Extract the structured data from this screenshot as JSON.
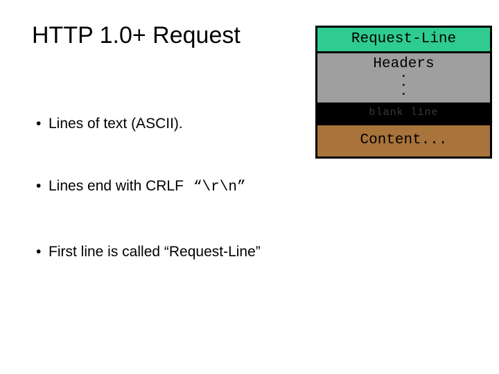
{
  "slide": {
    "title": "HTTP 1.0+ Request",
    "bullets": [
      {
        "marker": "•",
        "text": "Lines of text (ASCII)."
      },
      {
        "marker": "•",
        "text_before": "Lines end with CRLF",
        "mono": "“\\r\\n”"
      },
      {
        "marker": "•",
        "text": "First line is called “Request-Line”"
      }
    ],
    "diagram": {
      "name": "http-request-message-structure",
      "bands": [
        {
          "label": "Request-Line",
          "color": "#2ecc8f"
        },
        {
          "label": "Headers",
          "dots": "·\n·\n·",
          "color": "#9f9f9f"
        },
        {
          "label": "blank line",
          "color": "#000000",
          "text_color": "#3a3a3a"
        },
        {
          "label": "Content...",
          "color": "#a9743b"
        }
      ]
    }
  }
}
